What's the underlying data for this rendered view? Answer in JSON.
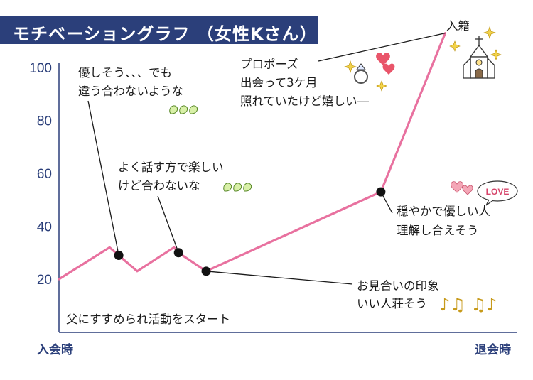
{
  "title": "モチベーショングラフ （女性Kさん）",
  "colors": {
    "banner": "#2b3f7a",
    "line": "#e8719f",
    "axis": "#2b3f7a",
    "marker": "#111111"
  },
  "chart_data": {
    "type": "line",
    "title": "モチベーショングラフ （女性Kさん）",
    "x_labels": [
      "入会時",
      "退会時"
    ],
    "ylim": [
      0,
      100
    ],
    "y_ticks": [
      20,
      40,
      60,
      80,
      100
    ],
    "grid": false,
    "series": [
      {
        "values": [
          {
            "x": 0.0,
            "y": 20
          },
          {
            "x": 0.11,
            "y": 32
          },
          {
            "x": 0.13,
            "y": 29,
            "marker": true
          },
          {
            "x": 0.17,
            "y": 23
          },
          {
            "x": 0.25,
            "y": 32
          },
          {
            "x": 0.26,
            "y": 30,
            "marker": true
          },
          {
            "x": 0.32,
            "y": 23,
            "marker": true
          },
          {
            "x": 0.7,
            "y": 53,
            "marker": true
          },
          {
            "x": 0.84,
            "y": 113
          }
        ]
      }
    ],
    "annotations": [
      {
        "lines": [
          "優しそう、、、でも",
          "違う合わないような"
        ],
        "suffix": "ppp",
        "point": 2
      },
      {
        "lines": [
          "よく話す方で楽しい",
          "けど合わないな"
        ],
        "suffix": "ppp",
        "point": 5
      },
      {
        "lines": [
          "お見合いの印象",
          "いい人荘そう"
        ],
        "suffix": "♪♫ ♫♪",
        "point": 6
      },
      {
        "lines": [
          "穏やかで優しい人",
          "理解し合えそう"
        ],
        "point": 7
      },
      {
        "lines": [
          "プロポーズ",
          "出会って3ケ月",
          "照れていたけど嬉しい―"
        ],
        "point": 8
      },
      {
        "lines": [
          "入籍"
        ],
        "point": 8
      },
      {
        "lines": [
          "父にすすめられ活動をスタート"
        ],
        "point": 0
      }
    ],
    "badge": "LOVE"
  }
}
